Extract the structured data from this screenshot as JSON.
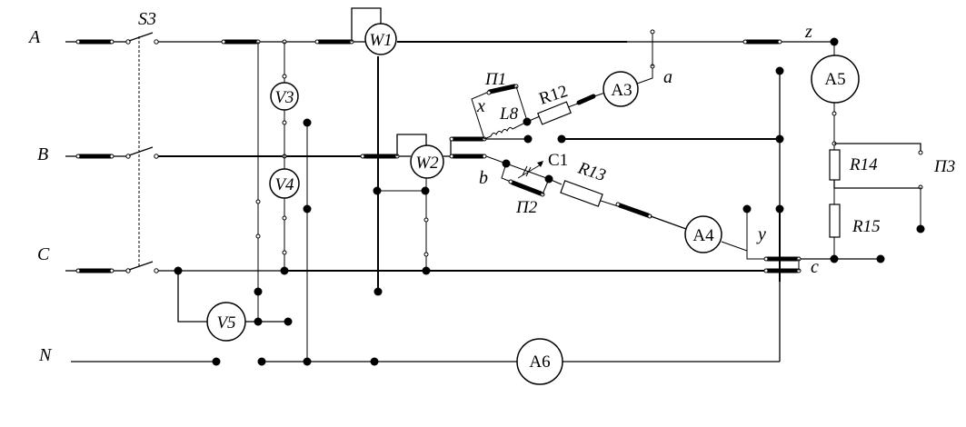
{
  "diagram": {
    "type": "three-phase electrical circuit schematic",
    "phases": {
      "A": "A",
      "B": "B",
      "C": "C",
      "N": "N"
    },
    "switch": "S3",
    "wattmeters": {
      "w1": "W1",
      "w2": "W2"
    },
    "voltmeters": {
      "v3": "V3",
      "v4": "V4",
      "v5": "V5"
    },
    "ammeters": {
      "a3": "A3",
      "a4": "A4",
      "a5": "A5",
      "a6": "A6"
    },
    "resistors": {
      "r12": "R12",
      "r13": "R13",
      "r14": "R14",
      "r15": "R15"
    },
    "inductor": "L8",
    "capacitor": "C1",
    "jumpers": {
      "p1": "П1",
      "p2": "П2",
      "p3": "П3"
    },
    "nodes": {
      "x": "x",
      "a": "a",
      "b": "b",
      "y": "y",
      "z": "z",
      "c": "c"
    }
  }
}
